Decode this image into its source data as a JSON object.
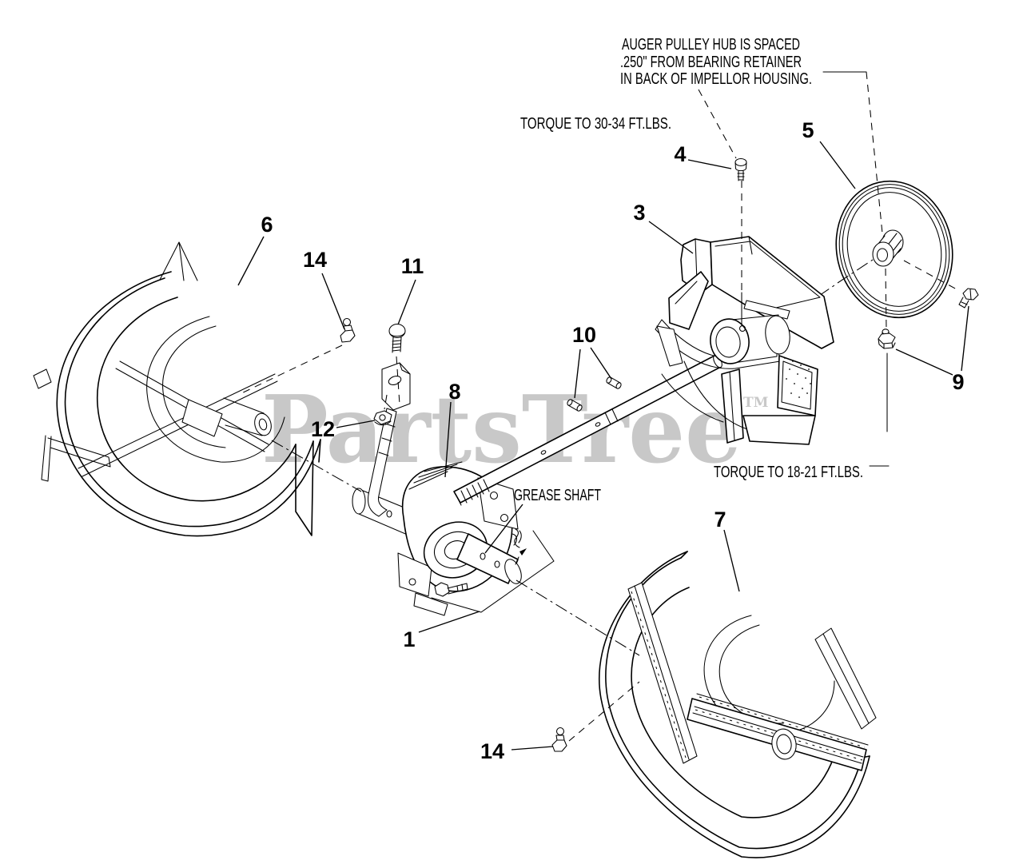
{
  "page": {
    "background": "#ffffff",
    "line_color": "#000000"
  },
  "watermark": {
    "text": "PartsTree",
    "trademark": "TM",
    "color": "#c8c8c8"
  },
  "annotations": {
    "pulley_hub_note": {
      "line1": "AUGER PULLEY HUB IS SPACED",
      "line2": ".250\" FROM BEARING RETAINER",
      "line3": "IN BACK OF IMPELLOR HOUSING."
    },
    "torque_note_top": "TORQUE TO 30-34 FT.LBS.",
    "torque_note_right": "TORQUE TO 18-21 FT.LBS.",
    "grease_note": "GREASE SHAFT"
  },
  "callouts": [
    {
      "number": "1"
    },
    {
      "number": "3"
    },
    {
      "number": "4"
    },
    {
      "number": "5"
    },
    {
      "number": "6"
    },
    {
      "number": "7"
    },
    {
      "number": "8"
    },
    {
      "number": "9"
    },
    {
      "number": "10"
    },
    {
      "number": "11"
    },
    {
      "number": "12"
    },
    {
      "number": "14"
    },
    {
      "number": "14"
    }
  ]
}
